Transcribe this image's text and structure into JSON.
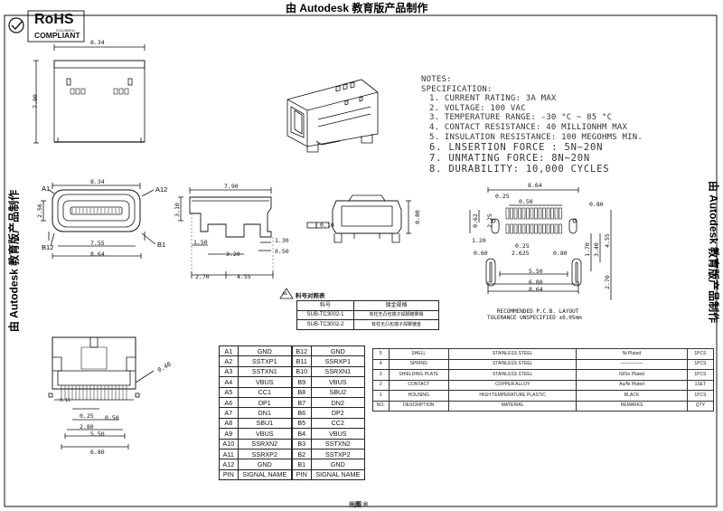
{
  "watermark": {
    "text": "由 Autodesk 教育版产品制作"
  },
  "rohs": {
    "title": "RoHS",
    "sub": "COMPLIANT",
    "tiny": "2011/65/EU"
  },
  "notes": {
    "header": "NOTES:",
    "spec": "SPECIFICATION:",
    "items": [
      "1. CURRENT RATING: 3A MAX",
      "2. VOLTAGE: 100 VAC",
      "3. TEMPERATURE RANGE: -30 °C ~ 85 °C",
      "4. CONTACT RESISTANCE: 40 MILLIONHM MAX",
      "5. INSULATION RESISTANCE: 100 MEGOHMS MIN."
    ],
    "items_big": [
      "6. LNSERTION FORCE : 5N~20N",
      "7. UNMATING FORCE: 8N~20N",
      "8. DURABILITY:  10,000 CYCLES"
    ]
  },
  "dims": {
    "top_w": "8.34",
    "top_h": "7.90",
    "front_w": "8.34",
    "front_h": "2.56",
    "front_in": "7.55",
    "front_out": "8.64",
    "a1": "A1",
    "a12": "A12",
    "b12": "B12",
    "b1": "B1",
    "side_w": "7.90",
    "side_h": "3.10",
    "side_150": "1.50",
    "side_320": "3.20",
    "side_130": "1.30",
    "side_050": "0.50",
    "side_270": "2.70",
    "side_455": "4.55",
    "flat": "0.10",
    "end_h": "0.80",
    "pcb_w": "8.64",
    "pcb_025": "0.25",
    "pcb_050": "0.50",
    "pcb_080": "0.80",
    "pcb_62": "0.62",
    "pcb_225": "2.25",
    "pcb_120": "1.20",
    "pcb_2625": "2.625",
    "pcb_550": "5.50",
    "pcb_680": "6.80",
    "pcb_884": "8.64",
    "pcb_080b": "0.80",
    "pcb_170": "1.70",
    "pcb_340": "3.40",
    "pcb_455": "4.55",
    "pcb_270": "2.70",
    "pcb_060": "0.60",
    "bot_040": "0.40",
    "bot_025": "0.25",
    "bot_050": "0.50",
    "bot_280": "2.80",
    "bot_550": "5.50",
    "bot_680": "6.80",
    "bot_015": "0.15"
  },
  "pcb_caption": {
    "line1": "RECOMMENDED  P.C.B. LAYOUT",
    "line2": "TOLERANCE UNSPECIFIED ±0.05mm"
  },
  "part_table": {
    "title": "料号对照表",
    "marker": "A1",
    "headers": [
      "料号",
      "镀金规格"
    ],
    "rows": [
      [
        "SUB-TC3002-1",
        "有柱无凸包端子焊脚镀雾锡"
      ],
      [
        "SUB-TC3002-2",
        "有柱无凸包端子焊脚镀金"
      ]
    ]
  },
  "pins": {
    "rows": [
      [
        "A1",
        "GND",
        "B12",
        "GND"
      ],
      [
        "A2",
        "SSTXP1",
        "B11",
        "SSRXP1"
      ],
      [
        "A3",
        "SSTXN1",
        "B10",
        "SSRXN1"
      ],
      [
        "A4",
        "VBUS",
        "B9",
        "VBUS"
      ],
      [
        "A5",
        "CC1",
        "B8",
        "SBU2"
      ],
      [
        "A6",
        "DP1",
        "B7",
        "DN2"
      ],
      [
        "A7",
        "DN1",
        "B6",
        "DP2"
      ],
      [
        "A8",
        "SBU1",
        "B5",
        "CC2"
      ],
      [
        "A9",
        "VBUS",
        "B4",
        "VBUS"
      ],
      [
        "A10",
        "SSRXN2",
        "B3",
        "SSTXN2"
      ],
      [
        "A11",
        "SSRXP2",
        "B2",
        "SSTXP2"
      ],
      [
        "A12",
        "GND",
        "B1",
        "GND"
      ]
    ],
    "footer": [
      "PIN",
      "SIGNAL NAME",
      "PIN",
      "SIGNAL NAME"
    ]
  },
  "bom": {
    "rows": [
      [
        "5",
        "SHELL",
        "STAINLESS STEEL",
        "Ni  Plated",
        "1PCS"
      ],
      [
        "4",
        "SPRING",
        "STAINLESS STEEL",
        "—————",
        "1PCS"
      ],
      [
        "3",
        "SHIELDING PLATE",
        "STAINLESS STEEL",
        "Ni/Sn  Plated",
        "1PCS"
      ],
      [
        "2",
        "CONTACT",
        "COPPER ALLOY",
        "Au/Ni Plated",
        "1SET"
      ],
      [
        "1",
        "HOUSING",
        "HIGH TEMPERATURE PLASTIC",
        "BLACK",
        "1PCS"
      ]
    ],
    "footer": [
      "NO.",
      "DESCRIPTION",
      "MATERIAL",
      "REMARKS",
      "QTY"
    ]
  }
}
